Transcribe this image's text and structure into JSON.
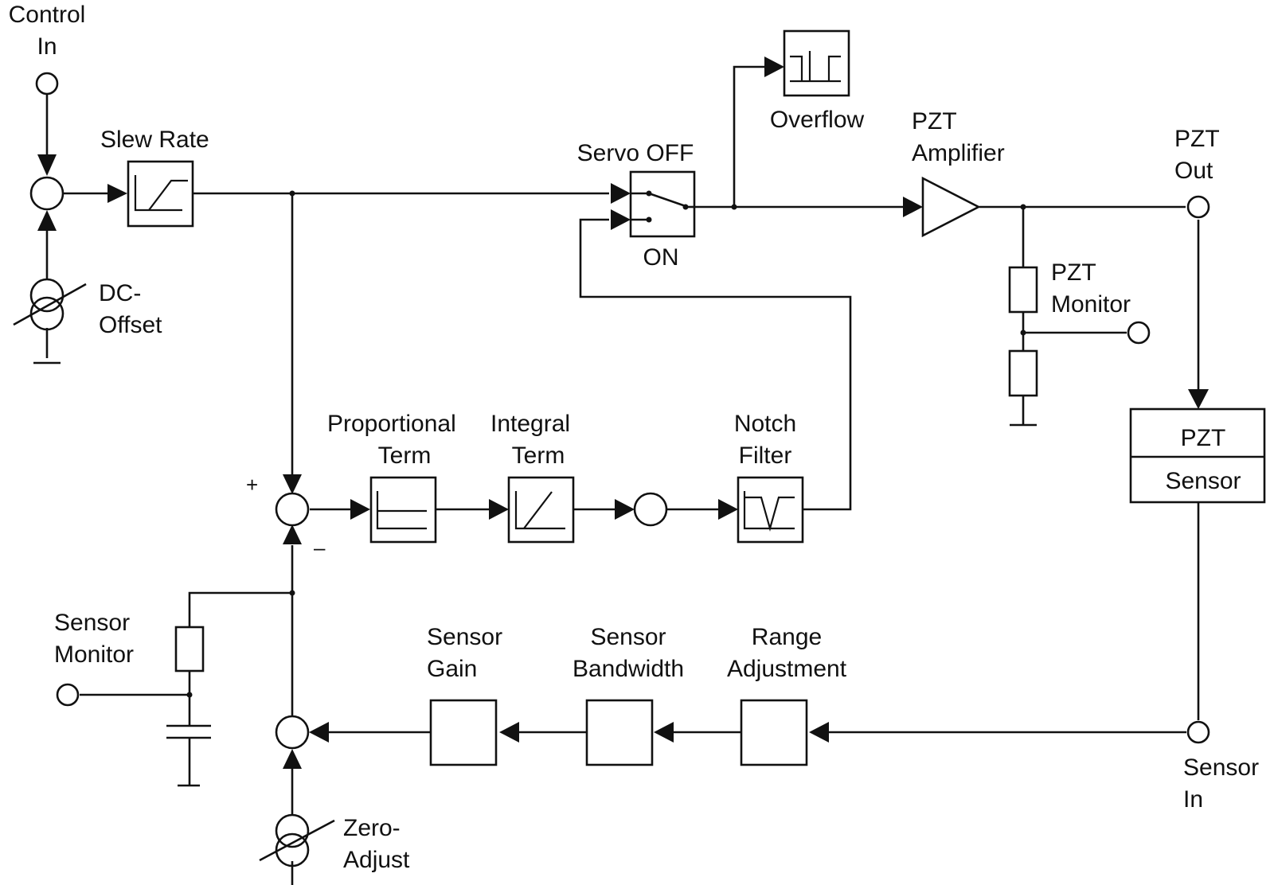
{
  "diagram": {
    "type": "piezo servo controller block diagram",
    "labels": {
      "control_in": [
        "Control",
        "In"
      ],
      "slew_rate": "Slew Rate",
      "dc_offset": [
        "DC-",
        "Offset"
      ],
      "servo_off": "Servo OFF",
      "servo_on": "ON",
      "overflow": "Overflow",
      "pzt_amplifier": [
        "PZT",
        "Amplifier"
      ],
      "pzt_out": [
        "PZT",
        "Out"
      ],
      "pzt_monitor": [
        "PZT",
        "Monitor"
      ],
      "pzt_block": "PZT",
      "sensor_block": "Sensor",
      "proportional_term": [
        "Proportional",
        "Term"
      ],
      "integral_term": [
        "Integral",
        "Term"
      ],
      "notch_filter": [
        "Notch",
        "Filter"
      ],
      "plus_sign": "+",
      "minus_sign": "–",
      "sensor_monitor": [
        "Sensor",
        "Monitor"
      ],
      "sensor_gain": [
        "Sensor",
        "Gain"
      ],
      "sensor_bandwidth": [
        "Sensor",
        "Bandwidth"
      ],
      "range_adjustment": [
        "Range",
        "Adjustment"
      ],
      "sensor_in": [
        "Sensor",
        "In"
      ],
      "zero_adjust": [
        "Zero-",
        "Adjust"
      ]
    },
    "connections": [
      {
        "from": "Control In",
        "to": "Input Summing Junction"
      },
      {
        "from": "DC-Offset",
        "to": "Input Summing Junction"
      },
      {
        "from": "Input Summing Junction",
        "to": "Slew Rate"
      },
      {
        "from": "Slew Rate",
        "to": "Servo Switch (OFF)"
      },
      {
        "from": "Slew Rate",
        "to": "Error Summing Junction (+)"
      },
      {
        "from": "Servo Switch",
        "to": "Overflow"
      },
      {
        "from": "Servo Switch",
        "to": "PZT Amplifier"
      },
      {
        "from": "PZT Amplifier",
        "to": "PZT Out"
      },
      {
        "from": "PZT Amplifier",
        "to": "PZT Monitor"
      },
      {
        "from": "PZT Out",
        "to": "PZT/Sensor"
      },
      {
        "from": "PZT/Sensor",
        "to": "Sensor In"
      },
      {
        "from": "Sensor In",
        "to": "Range Adjustment"
      },
      {
        "from": "Range Adjustment",
        "to": "Sensor Bandwidth"
      },
      {
        "from": "Sensor Bandwidth",
        "to": "Sensor Gain"
      },
      {
        "from": "Sensor Gain",
        "to": "Sensor Summing Junction"
      },
      {
        "from": "Zero-Adjust",
        "to": "Sensor Summing Junction"
      },
      {
        "from": "Sensor Summing Junction",
        "to": "Error Summing Junction (-)"
      },
      {
        "from": "Sensor Summing Junction",
        "to": "Sensor Monitor"
      },
      {
        "from": "Error Summing Junction",
        "to": "Proportional Term"
      },
      {
        "from": "Proportional Term",
        "to": "Integral Term"
      },
      {
        "from": "Integral Term",
        "to": "Summing Node"
      },
      {
        "from": "Summing Node",
        "to": "Notch Filter"
      },
      {
        "from": "Notch Filter",
        "to": "Servo Switch (ON)"
      }
    ]
  }
}
